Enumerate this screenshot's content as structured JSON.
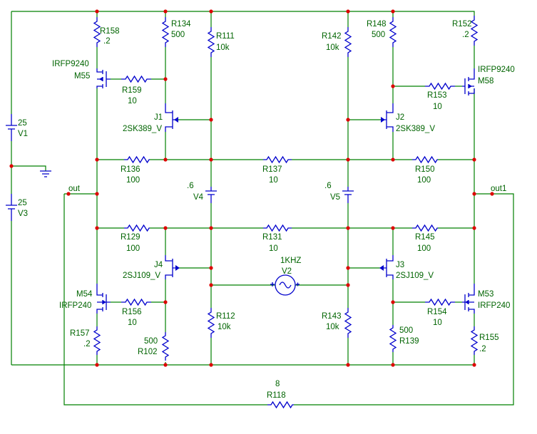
{
  "colors": {
    "wire": "#008000",
    "component": "#0000cc",
    "node": "#dd0000",
    "text": "#006400"
  },
  "labels": {
    "R158": "R158",
    "R158_v": ".2",
    "R134": "R134",
    "R134_v": "500",
    "R111": "R111",
    "R111_v": "10k",
    "R142": "R142",
    "R142_v": "10k",
    "R148": "R148",
    "R148_v": "500",
    "R152": "R152",
    "R152_v": ".2",
    "M55_t": "IRFP9240",
    "M55": "M55",
    "M58_t": "IRFP9240",
    "M58": "M58",
    "R159": "R159",
    "R159_v": "10",
    "R153": "R153",
    "R153_v": "10",
    "J1": "J1",
    "J1_t": "2SK389_V",
    "J2": "J2",
    "J2_t": "2SK389_V",
    "V1_v": "25",
    "V1": "V1",
    "V3_v": "25",
    "V3": "V3",
    "R136": "R136",
    "R136_v": "100",
    "R137": "R137",
    "R137_v": "10",
    "R150": "R150",
    "R150_v": "100",
    "V4_v": ".6",
    "V4": "V4",
    "V5_v": ".6",
    "V5": "V5",
    "out": "out",
    "out1": "out1",
    "R129": "R129",
    "R129_v": "100",
    "R131": "R131",
    "R131_v": "10",
    "R145": "R145",
    "R145_v": "100",
    "J4": "J4",
    "J4_t": "2SJ109_V",
    "J3": "J3",
    "J3_t": "2SJ109_V",
    "V2_f": "1KHZ",
    "V2": "V2",
    "M54": "M54",
    "M54_t": "IRFP240",
    "M53": "M53",
    "M53_t": "IRFP240",
    "R156": "R156",
    "R156_v": "10",
    "R154": "R154",
    "R154_v": "10",
    "R112": "R112",
    "R112_v": "10k",
    "R143": "R143",
    "R143_v": "10k",
    "R157": "R157",
    "R157_v": ".2",
    "R102_v": "500",
    "R102": "R102",
    "R139_v": "500",
    "R139": "R139",
    "R155": "R155",
    "R155_v": ".2",
    "R118_v": "8",
    "R118": "R118"
  }
}
